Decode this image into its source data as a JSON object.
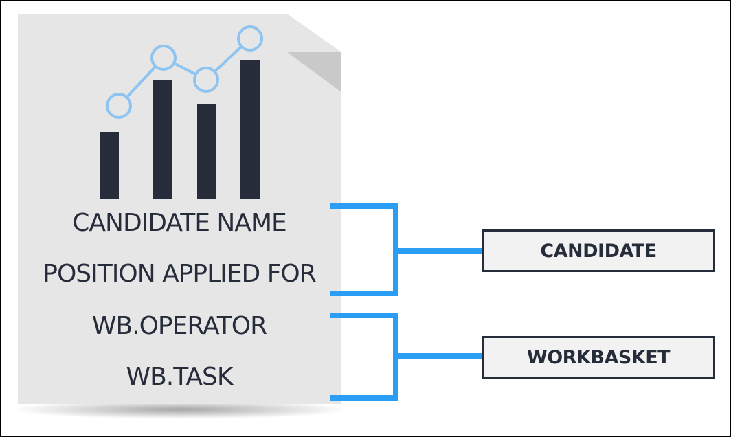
{
  "document": {
    "fields": [
      "CANDIDATE NAME",
      "POSITION APPLIED FOR",
      "WB.OPERATOR",
      "WB.TASK"
    ]
  },
  "groups": [
    {
      "label": "CANDIDATE"
    },
    {
      "label": "WORKBASKET"
    }
  ],
  "colors": {
    "document": "#e6e6e6",
    "document_fold": "#c9c9c9",
    "bars": "#262c3a",
    "trend_line": "#90c4f0",
    "bracket": "#2a9df4",
    "box_fill": "#f2f2f2",
    "box_border": "#262c3a"
  },
  "icons": [
    "document-icon",
    "chart-icon"
  ]
}
